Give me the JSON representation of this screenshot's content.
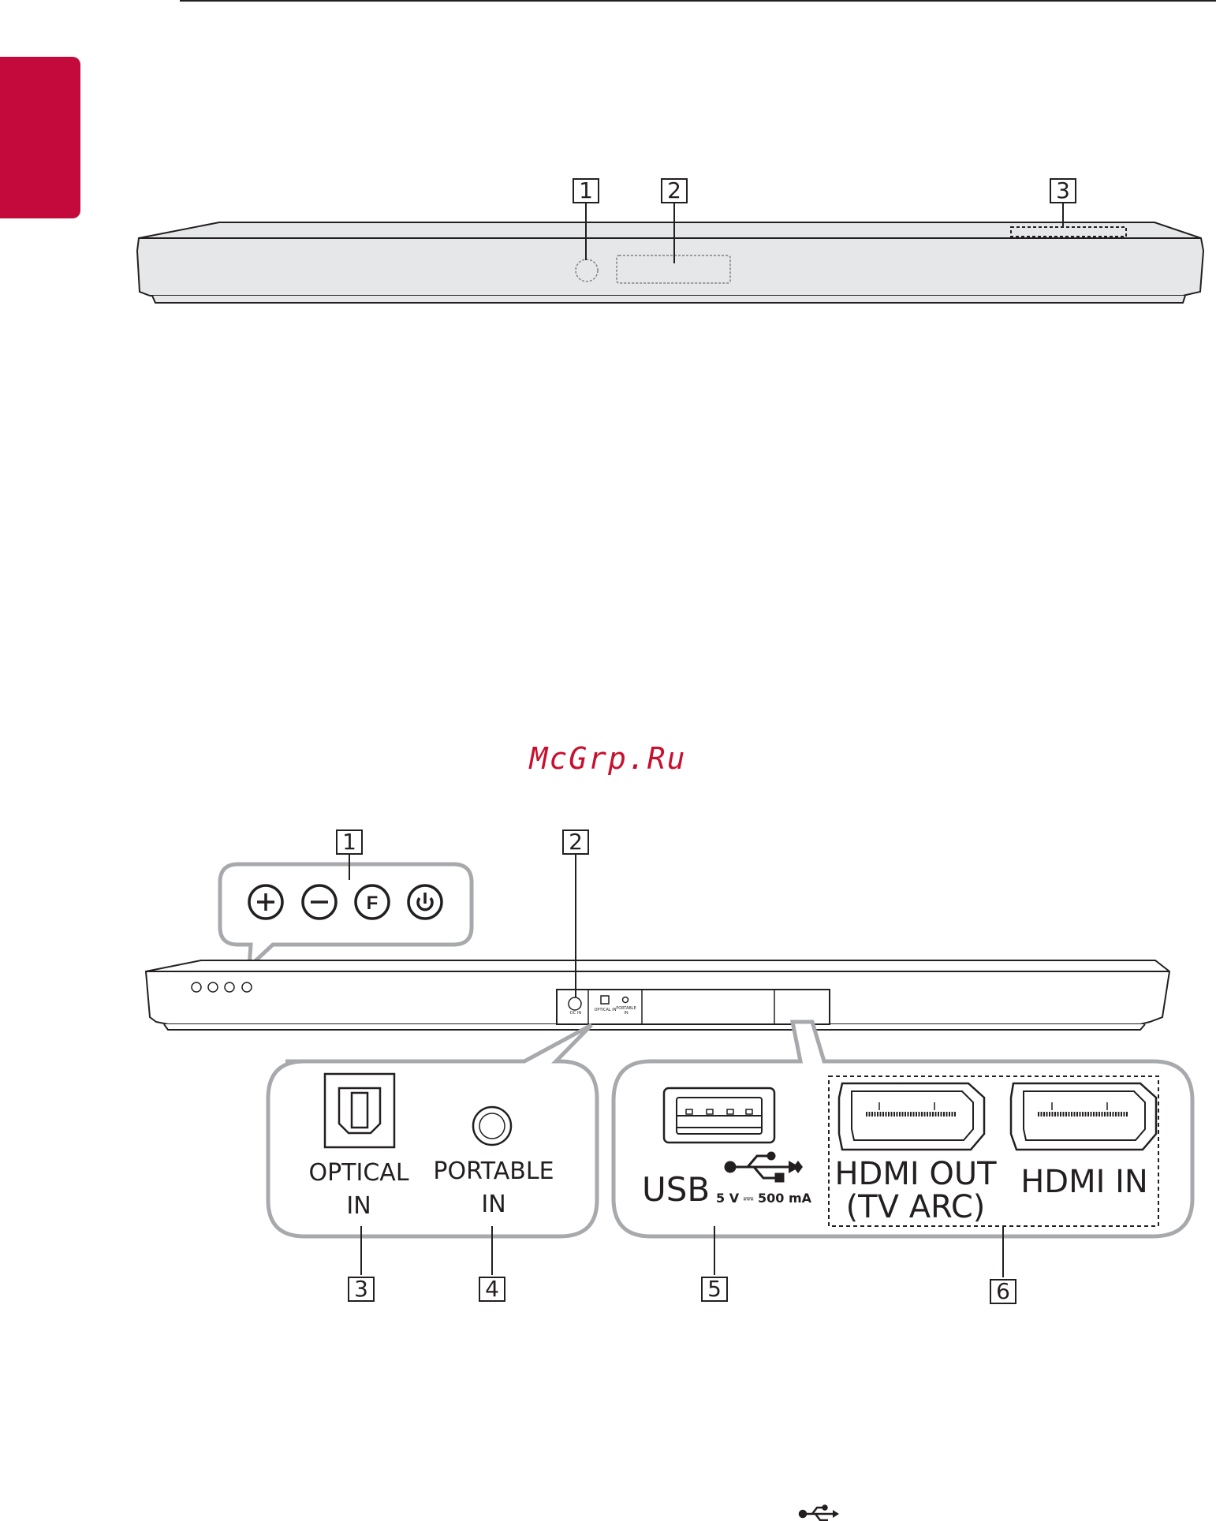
{
  "watermark": "McGrp.Ru",
  "front_view": {
    "callouts": [
      "1",
      "2",
      "3"
    ]
  },
  "rear_view": {
    "callouts": [
      "1",
      "2",
      "3",
      "4",
      "5",
      "6"
    ],
    "bar_labels": {
      "dc_in": "DC IN",
      "optical": "OPTICAL IN",
      "portable": "PORTABLE IN"
    },
    "left_panel": {
      "optical_line1": "OPTICAL",
      "optical_line2": "IN",
      "portable_line1": "PORTABLE",
      "portable_line2": "IN"
    },
    "right_panel": {
      "usb_label": "USB",
      "usb_rating": "5 V ⎓ 500 mA",
      "hdmi_out_line1": "HDMI OUT",
      "hdmi_out_line2": "(TV ARC)",
      "hdmi_in": "HDMI IN"
    }
  },
  "colors": {
    "accent_tab": "#c4093d",
    "watermark": "#c8102e",
    "line": "#231f20",
    "bar_fill": "#e6e7e8"
  }
}
